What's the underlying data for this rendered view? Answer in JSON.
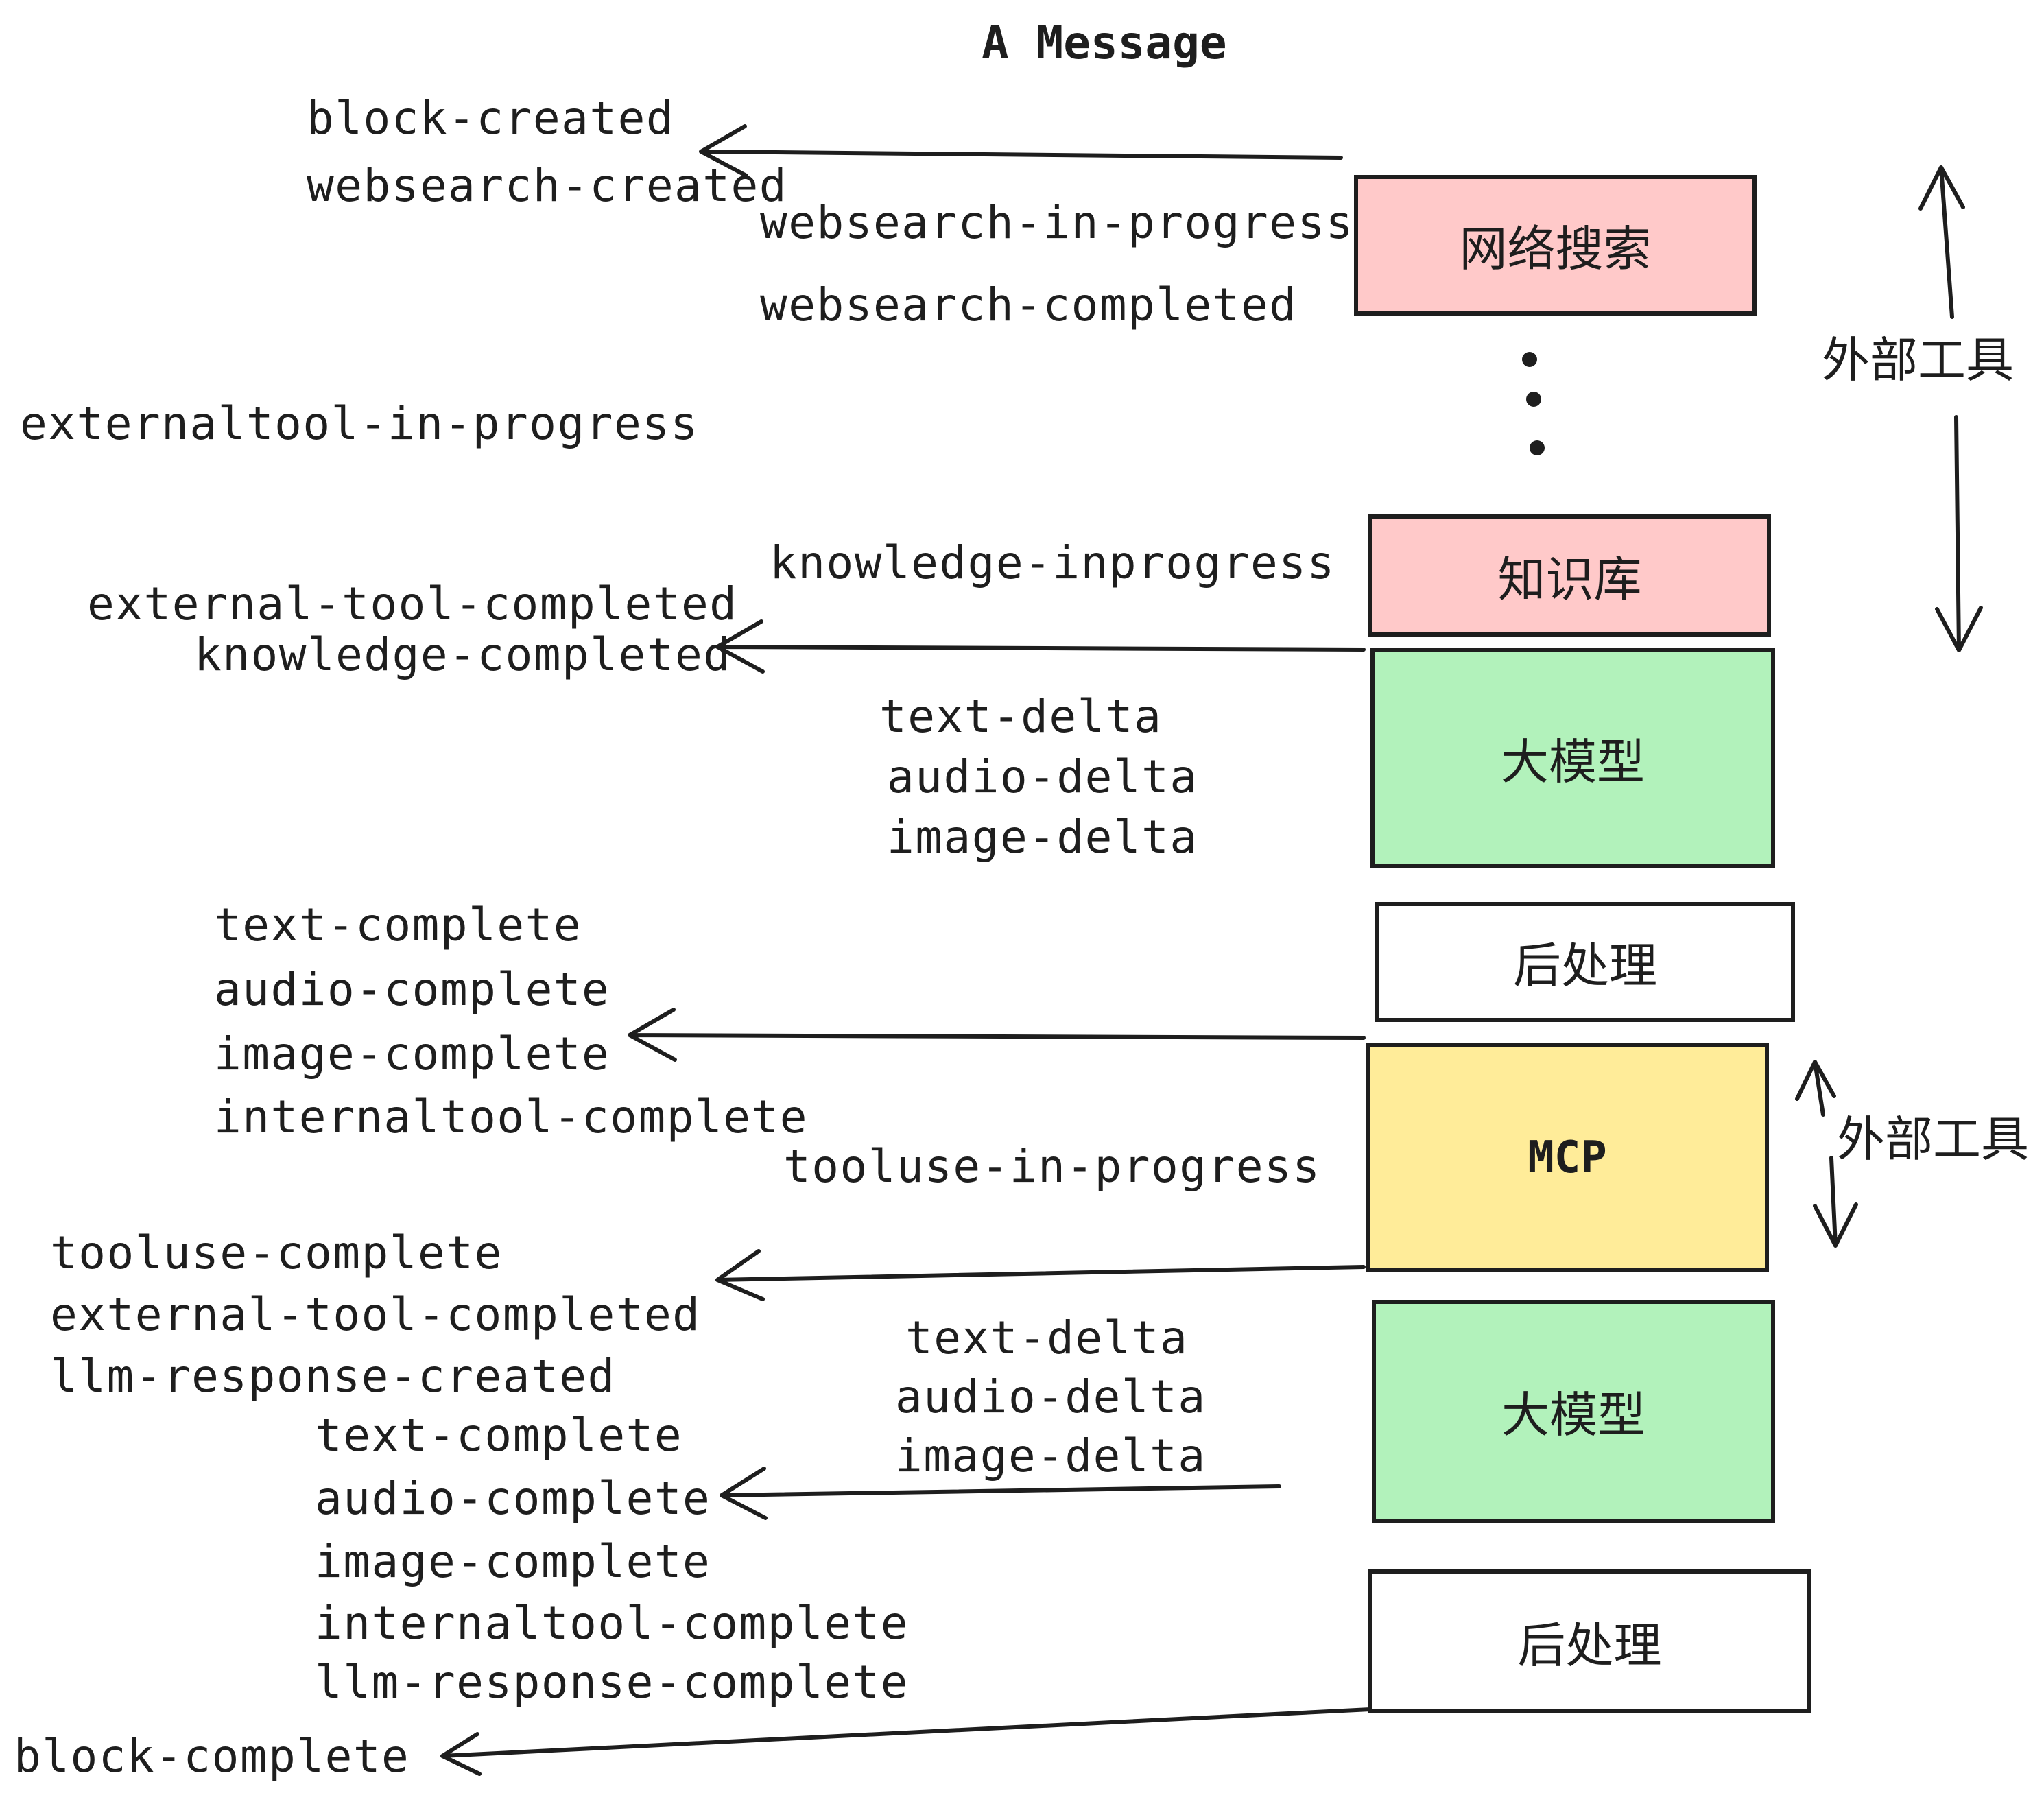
{
  "title": "A Message",
  "events": {
    "block_created": "block-created",
    "websearch_created": "websearch-created",
    "websearch_in_progress": "websearch-in-progress",
    "websearch_completed": "websearch-completed",
    "externaltool_in_progress": "externaltool-in-progress",
    "knowledge_inprogress": "knowledge-inprogress",
    "external_tool_completed": "external-tool-completed",
    "knowledge_completed": "knowledge-completed",
    "text_delta": "text-delta",
    "audio_delta": "audio-delta",
    "image_delta": "image-delta",
    "text_complete": "text-complete",
    "audio_complete": "audio-complete",
    "image_complete": "image-complete",
    "internaltool_complete": "internaltool-complete",
    "tooluse_in_progress": "tooluse-in-progress",
    "tooluse_complete": "tooluse-complete",
    "llm_response_created": "llm-response-created",
    "llm_response_complete": "llm-response-complete",
    "block_complete": "block-complete"
  },
  "boxes": {
    "websearch": {
      "label": "网络搜索",
      "fill": "#ffc9c9"
    },
    "knowledge": {
      "label": "知识库",
      "fill": "#ffc9c9"
    },
    "llm_top": {
      "label": "大模型",
      "fill": "#b2f2bb"
    },
    "postprocess_top": {
      "label": "后处理",
      "fill": "#ffffff"
    },
    "mcp": {
      "label": "MCP",
      "fill": "#ffec99"
    },
    "llm_bottom": {
      "label": "大模型",
      "fill": "#b2f2bb"
    },
    "postprocess_bottom": {
      "label": "后处理",
      "fill": "#ffffff"
    }
  },
  "annotations": {
    "external_tools_top": "外部工具",
    "external_tools_mcp": "外部工具"
  },
  "colors": {
    "background": "#ffffff",
    "ink": "#1e1e1e",
    "pink": "#ffc9c9",
    "green": "#b2f2bb",
    "yellow": "#ffec99",
    "white": "#ffffff"
  }
}
